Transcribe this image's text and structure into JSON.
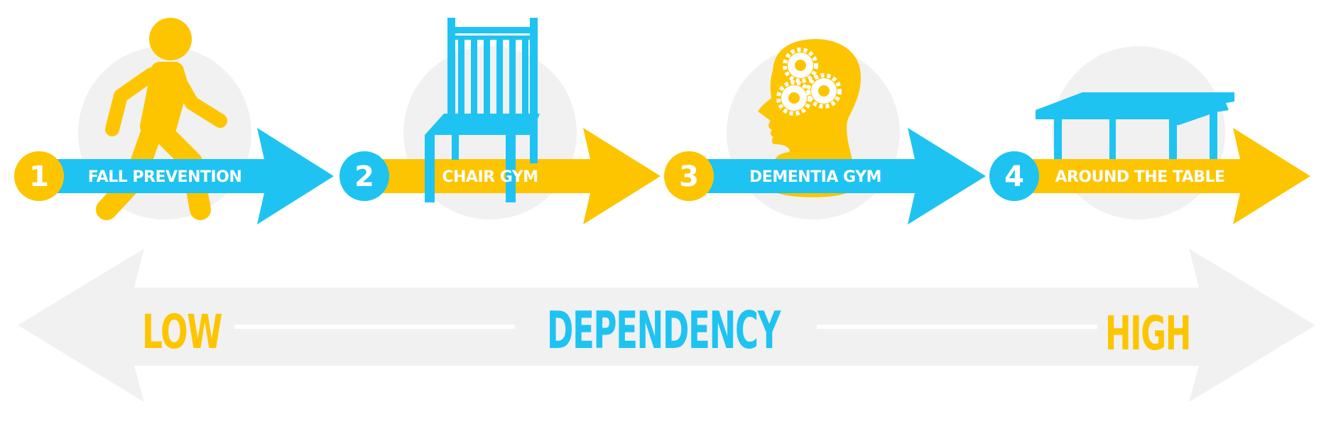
{
  "colors": {
    "blue": "#1ec3f2",
    "yellow": "#fdc500",
    "circle_bg": "#f1f1f1",
    "arrow_bg": "#f1f1f1",
    "line": "#ffffff"
  },
  "steps": [
    {
      "number": "1",
      "label": "FALL PREVENTION",
      "icon": "walking-person-icon",
      "arrow_color": "#1ec3f2",
      "badge_color": "#fdc500"
    },
    {
      "number": "2",
      "label": "CHAIR GYM",
      "icon": "chair-icon",
      "arrow_color": "#fdc500",
      "badge_color": "#1ec3f2"
    },
    {
      "number": "3",
      "label": "DEMENTIA GYM",
      "icon": "head-gears-icon",
      "arrow_color": "#1ec3f2",
      "badge_color": "#fdc500"
    },
    {
      "number": "4",
      "label": "AROUND THE TABLE",
      "icon": "table-icon",
      "arrow_color": "#fdc500",
      "badge_color": "#1ec3f2"
    }
  ],
  "scale": {
    "low_label": "LOW",
    "title": "DEPENDENCY",
    "high_label": "HIGH"
  }
}
